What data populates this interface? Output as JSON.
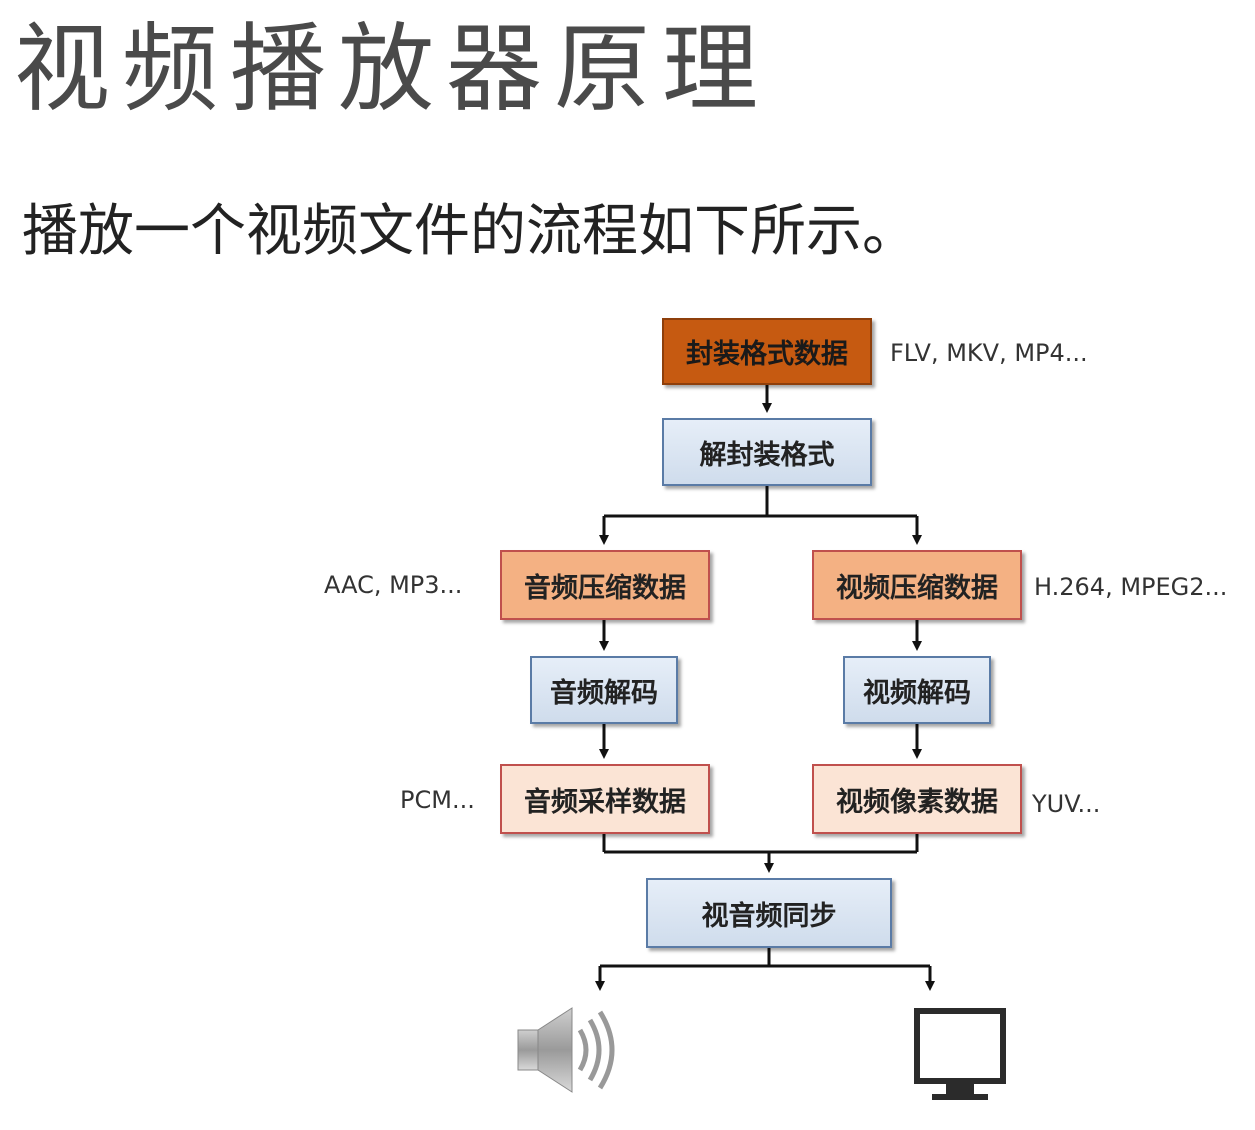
{
  "title": "视频播放器原理",
  "subtitle": "播放一个视频文件的流程如下所示。",
  "nodes": {
    "container_data": "封装格式数据",
    "demux": "解封装格式",
    "audio_compressed": "音频压缩数据",
    "video_compressed": "视频压缩数据",
    "audio_decode": "音频解码",
    "video_decode": "视频解码",
    "audio_raw": "音频采样数据",
    "video_raw": "视频像素数据",
    "av_sync": "视音频同步"
  },
  "annotations": {
    "container_formats": "FLV, MKV, MP4...",
    "audio_codecs": "AAC, MP3...",
    "video_codecs": "H.264, MPEG2...",
    "audio_raw_formats": "PCM...",
    "video_raw_formats": "YUV..."
  },
  "icons": {
    "audio_output": "speaker-icon",
    "video_output": "monitor-icon"
  },
  "colors": {
    "container_box": "#c65a11",
    "compressed_box": "#f4b183",
    "raw_box": "#fbe4d5",
    "process_box": "#dce6f2",
    "process_border": "#5a7ba6"
  }
}
